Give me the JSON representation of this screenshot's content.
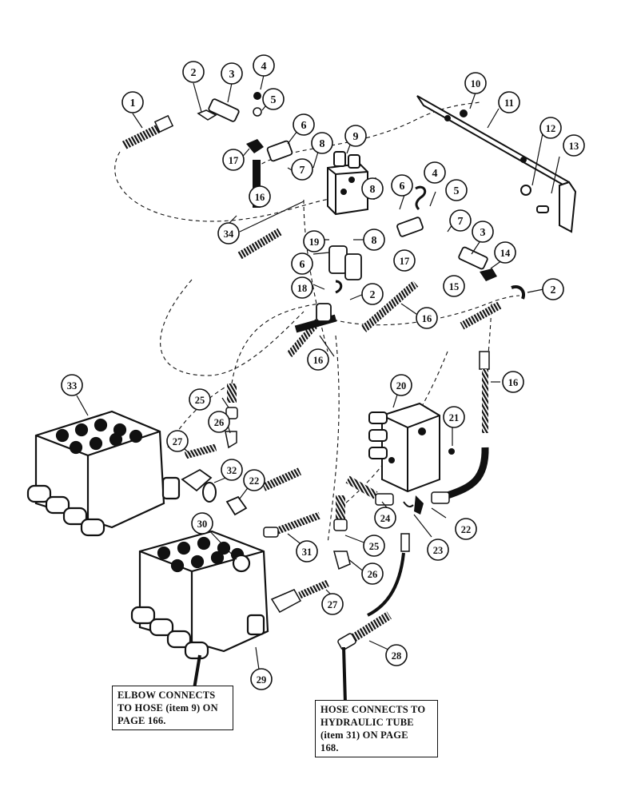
{
  "diagram": {
    "part_labels": [
      "1",
      "2",
      "3",
      "4",
      "5",
      "6",
      "7",
      "8",
      "9",
      "10",
      "11",
      "12",
      "13",
      "14",
      "15",
      "16",
      "17",
      "18",
      "19",
      "20",
      "21",
      "22",
      "23",
      "24",
      "25",
      "26",
      "27",
      "28",
      "29",
      "30",
      "31",
      "32",
      "33",
      "34"
    ],
    "notes": {
      "elbow": [
        "ELBOW CONNECTS",
        "TO HOSE (item 9) ON",
        "PAGE 166."
      ],
      "hose": [
        "HOSE CONNECTS TO",
        "HYDRAULIC TUBE",
        "(item 31) ON PAGE",
        "168."
      ]
    }
  }
}
